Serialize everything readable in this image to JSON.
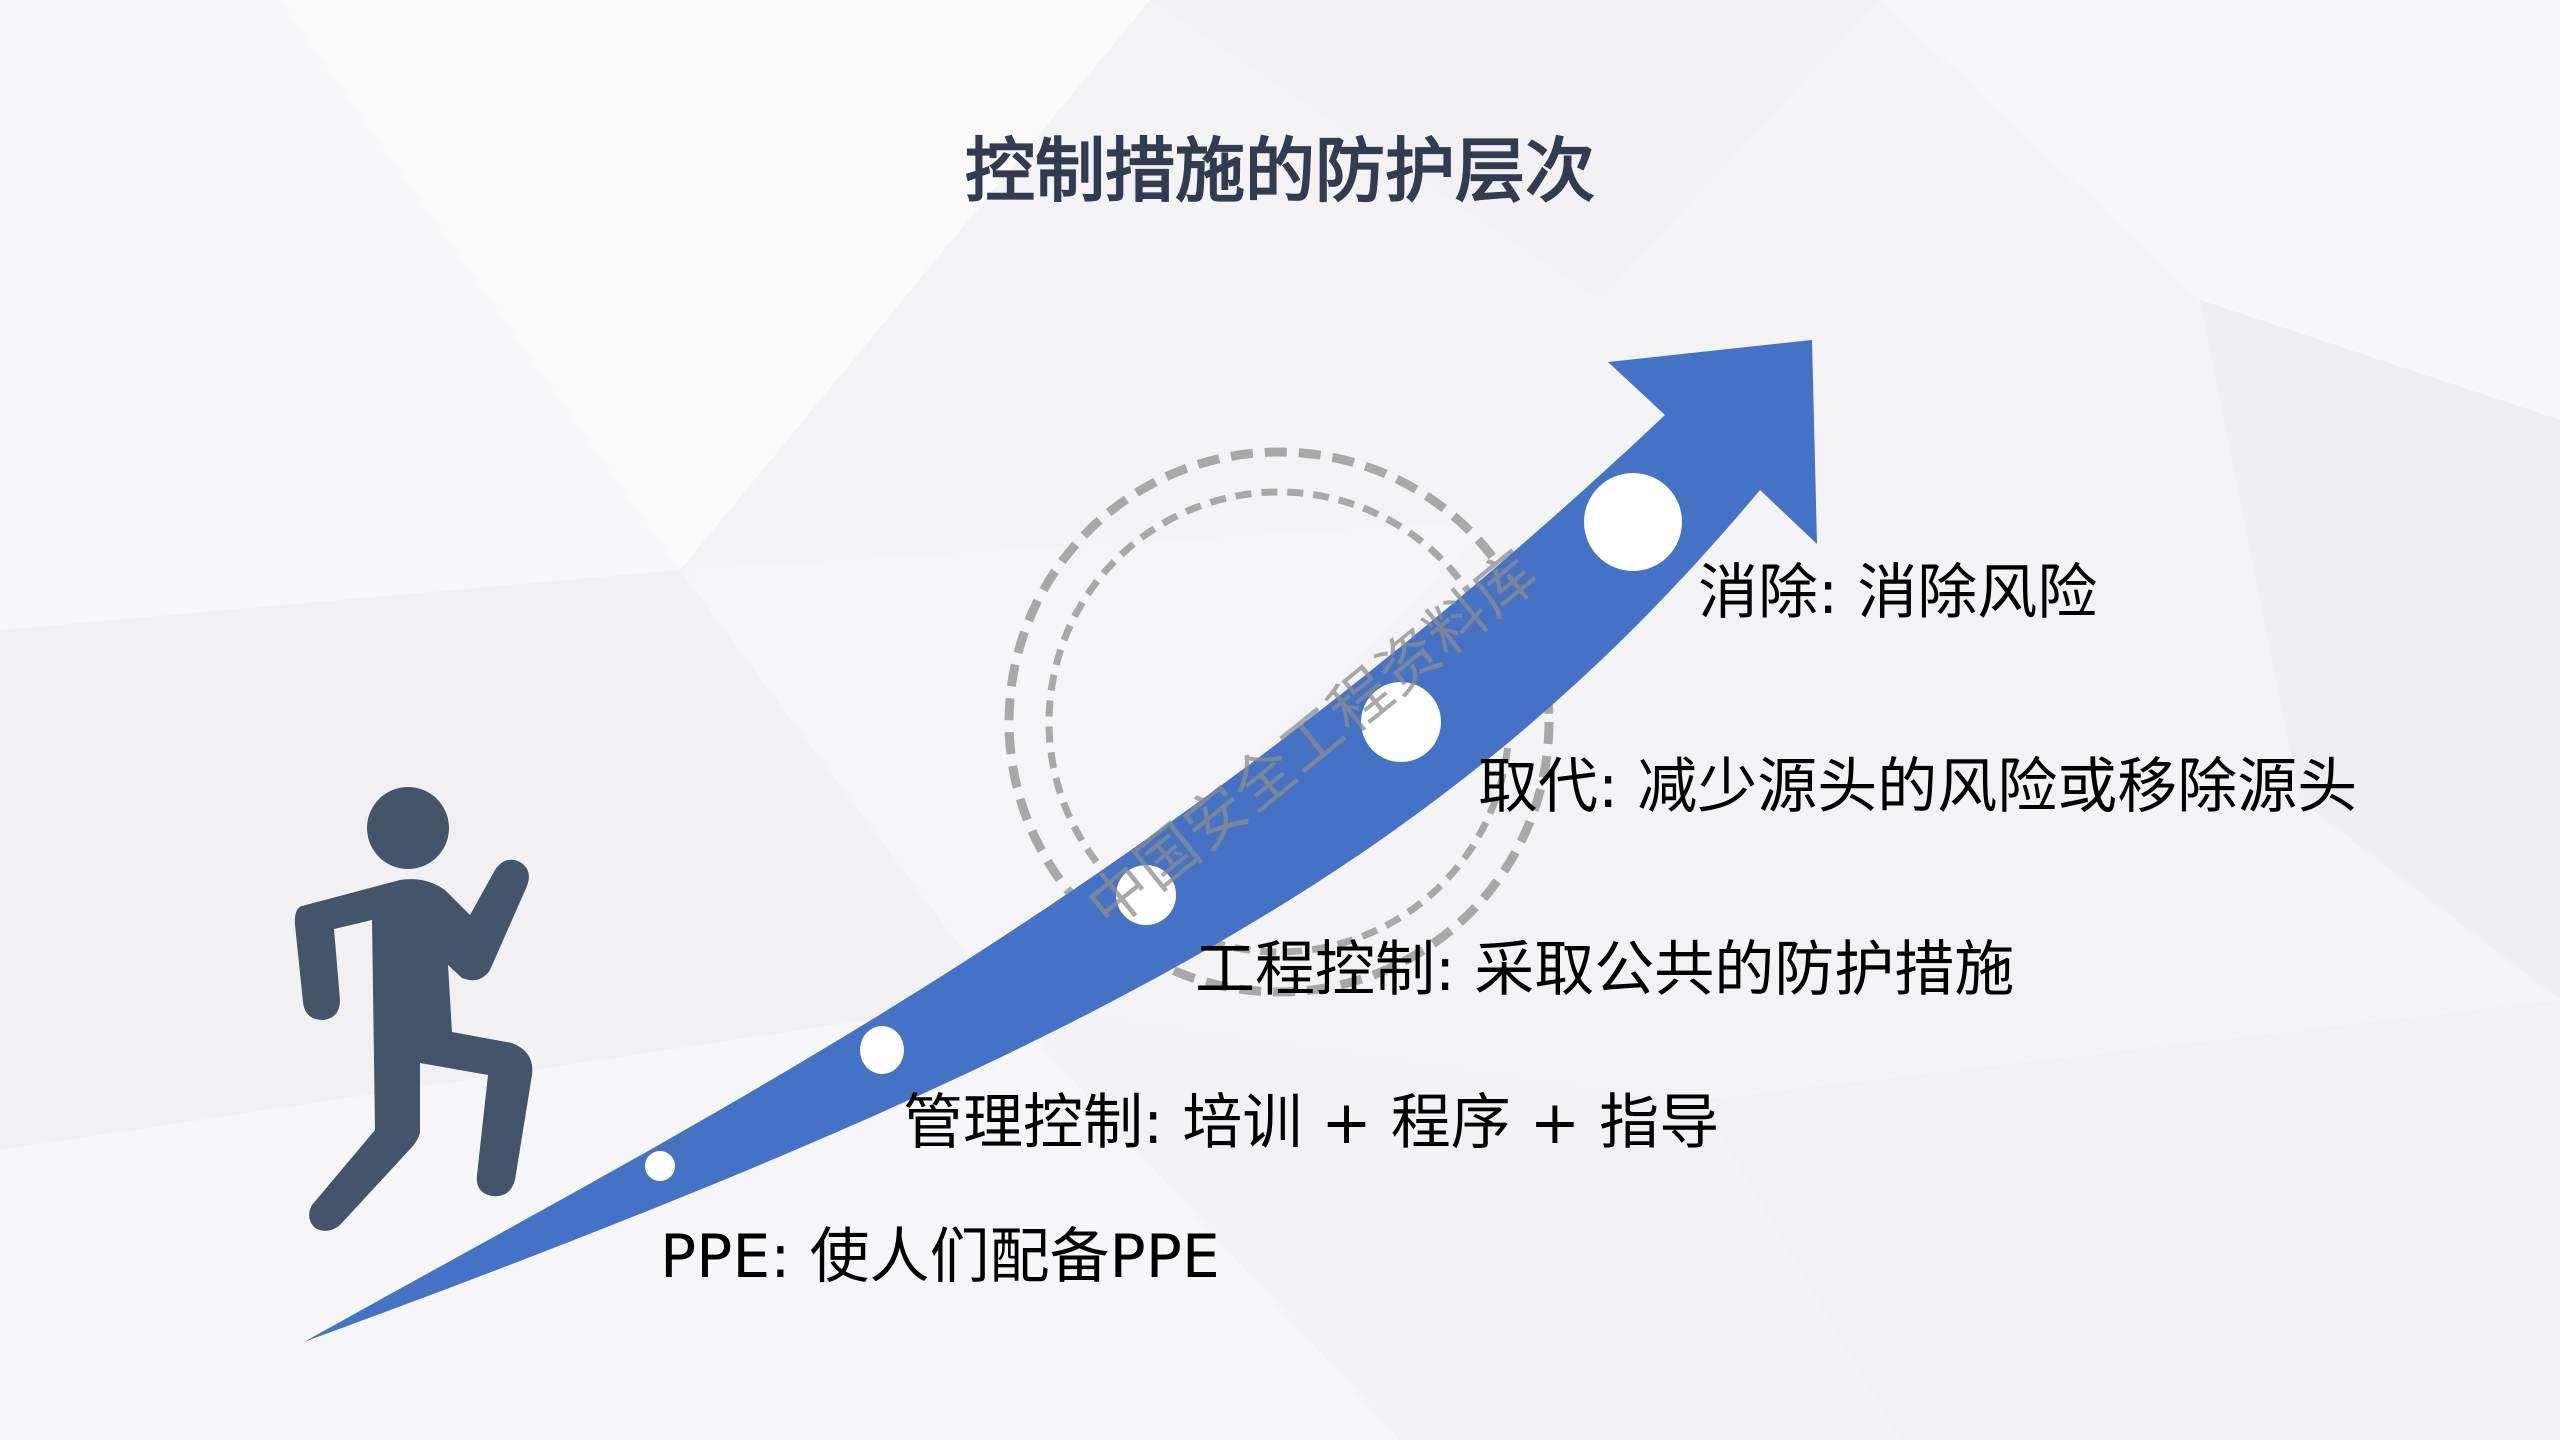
{
  "slide": {
    "title": "控制措施的防护层次",
    "colors": {
      "background": "#f4f4f6",
      "title": "#323c50",
      "arrow": "#4472c4",
      "figure": "#44546a",
      "dots": "#ffffff",
      "watermark": "#a0a0a0",
      "label_text": "#000000"
    }
  },
  "figure": {
    "icon": "running-person-icon"
  },
  "arrow": {
    "icon": "upward-curved-arrow-icon",
    "direction": "up-right"
  },
  "levels": [
    {
      "name": "消除",
      "description": "消除风险",
      "label": "消除: 消除风险"
    },
    {
      "name": "取代",
      "description": "减少源头的风险或移除源头",
      "label": "取代: 减少源头的风险或移除源头"
    },
    {
      "name": "工程控制",
      "description": "采取公共的防护措施",
      "label": "工程控制: 采取公共的防护措施"
    },
    {
      "name": "管理控制",
      "description": "培训 + 程序 + 指导",
      "label": "管理控制: 培训 + 程序 + 指导"
    },
    {
      "name": "PPE",
      "description": "使人们配备PPE",
      "label": "PPE: 使人们配备PPE"
    }
  ],
  "watermark": {
    "text": "中国安全工程资料库",
    "icon": "stamp-circle-icon"
  }
}
